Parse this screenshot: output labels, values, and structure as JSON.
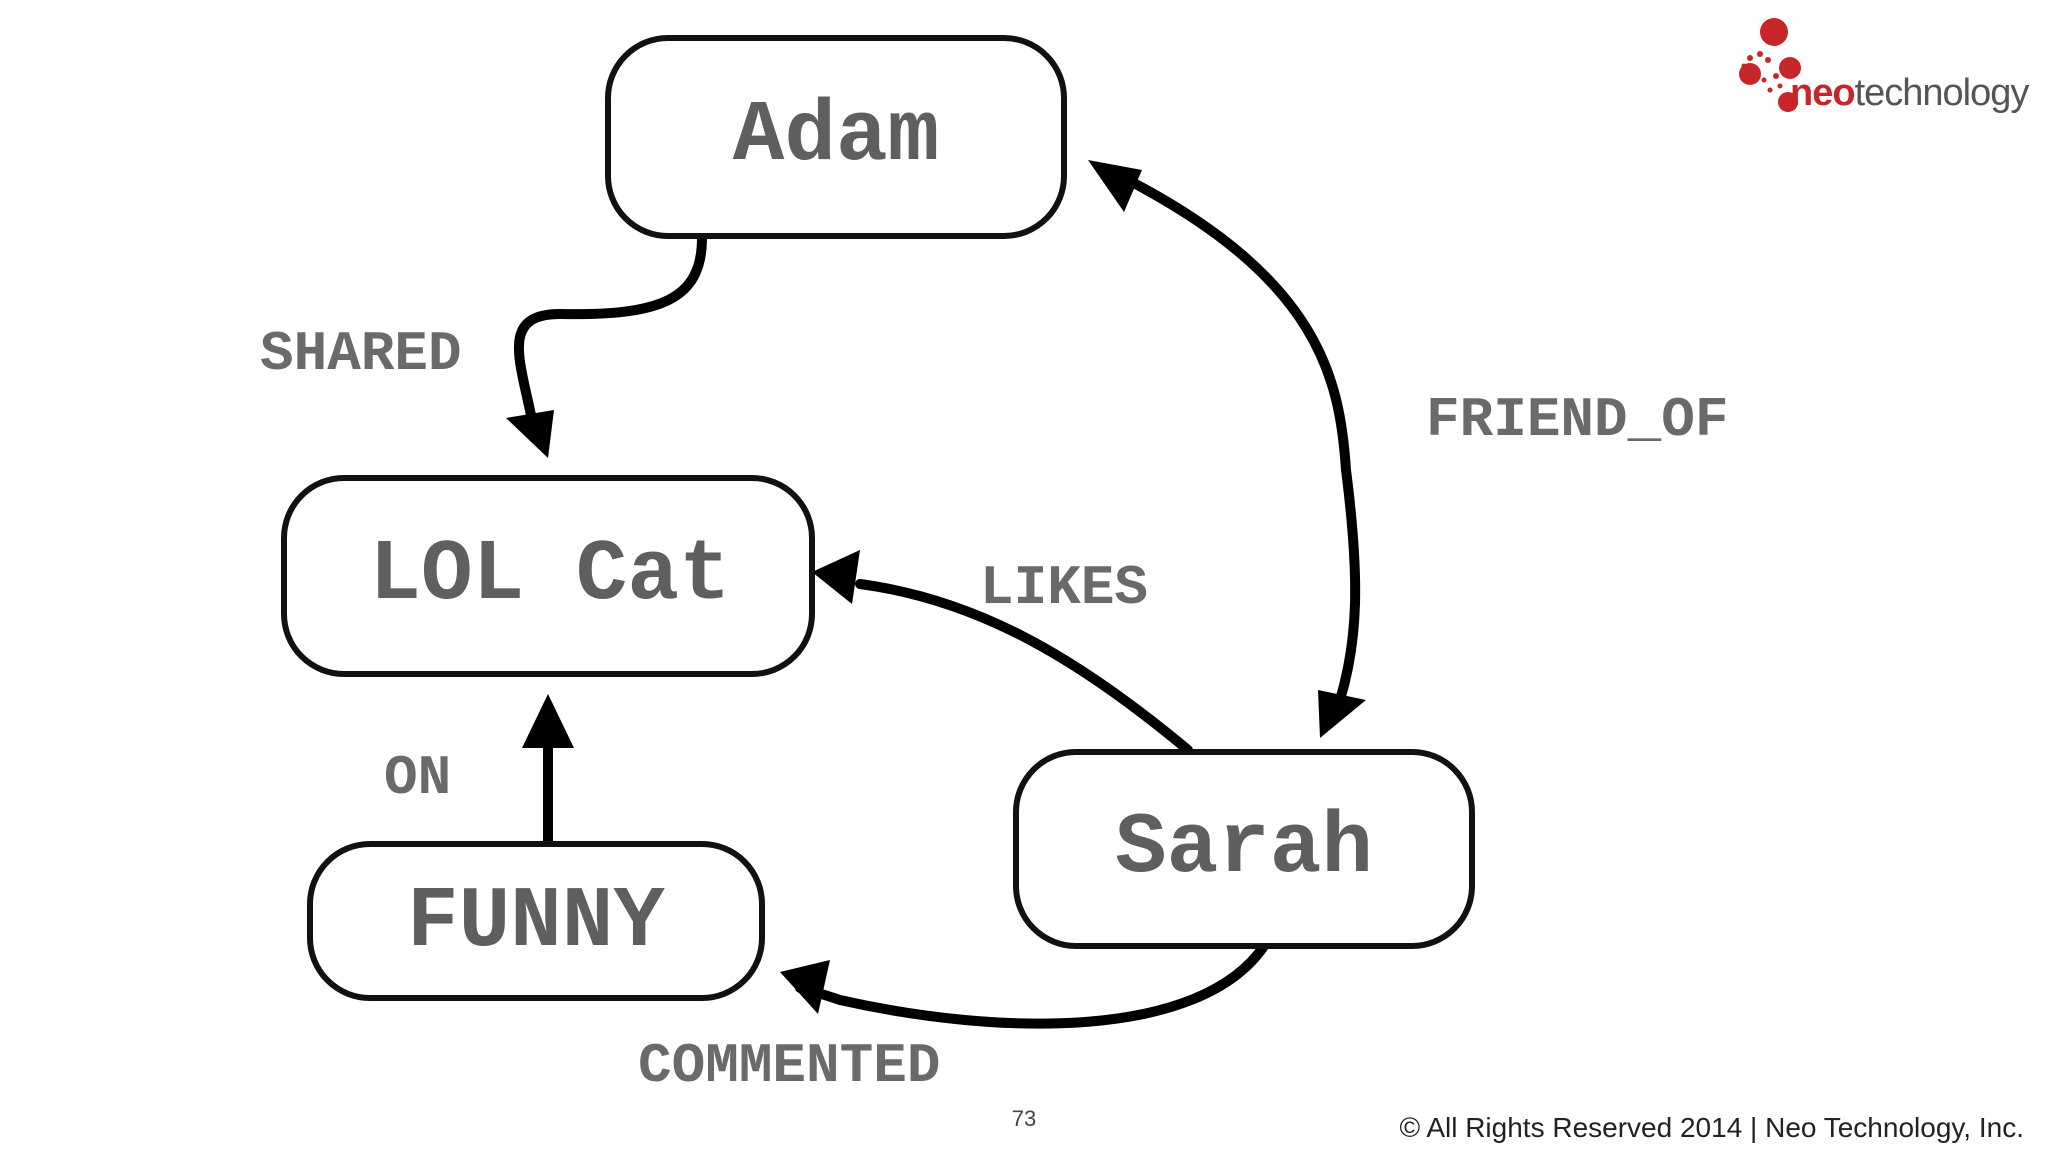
{
  "diagram": {
    "nodes": [
      {
        "id": "adam",
        "label": "Adam"
      },
      {
        "id": "lolcat",
        "label": "LOL Cat"
      },
      {
        "id": "sarah",
        "label": "Sarah"
      },
      {
        "id": "funny",
        "label": "FUNNY"
      }
    ],
    "edges": [
      {
        "id": "shared",
        "label": "SHARED",
        "from": "adam",
        "to": "lolcat"
      },
      {
        "id": "friend_of",
        "label": "FRIEND_OF",
        "from": "adam",
        "to": "sarah",
        "bidirectional": true
      },
      {
        "id": "likes",
        "label": "LIKES",
        "from": "sarah",
        "to": "lolcat"
      },
      {
        "id": "on",
        "label": "ON",
        "from": "funny",
        "to": "lolcat"
      },
      {
        "id": "commented",
        "label": "COMMENTED",
        "from": "sarah",
        "to": "funny"
      }
    ]
  },
  "logo": {
    "brand_prefix": "neo",
    "brand_suffix": "technology",
    "accent_color": "#c8252b"
  },
  "footer": {
    "page_number": "73",
    "copyright": "© All Rights Reserved 2014 | Neo Technology, Inc."
  }
}
